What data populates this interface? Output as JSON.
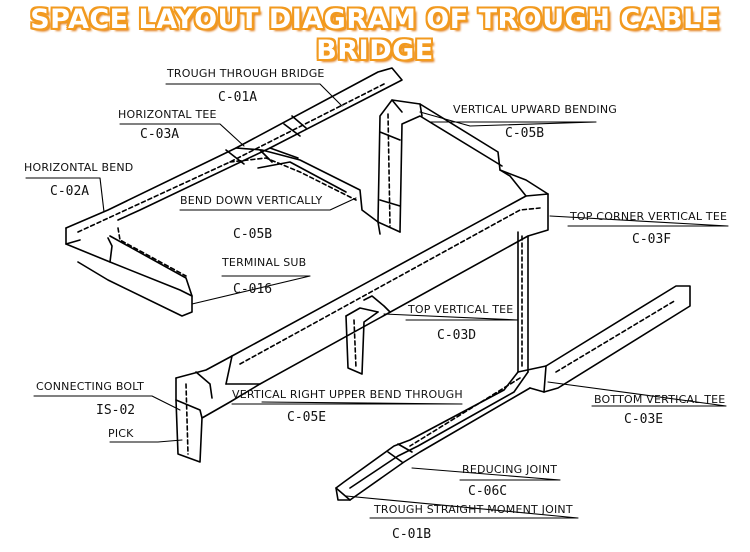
{
  "title": "SPACE LAYOUT DIAGRAM OF TROUGH CABLE BRIDGE",
  "labels": {
    "trough_through_bridge": {
      "name": "TROUGH THROUGH BRIDGE",
      "code": "C-01A"
    },
    "horizontal_tee": {
      "name": "HORIZONTAL TEE",
      "code": "C-03A"
    },
    "horizontal_bend": {
      "name": "HORIZONTAL BEND",
      "code": "C-02A"
    },
    "bend_down_vertically": {
      "name": "BEND DOWN VERTICALLY",
      "code": "C-05B"
    },
    "terminal_sub": {
      "name": "TERMINAL SUB",
      "code": "C-016"
    },
    "vertical_upward_bending": {
      "name": "VERTICAL UPWARD BENDING",
      "code": "C-05B"
    },
    "top_corner_vertical_tee": {
      "name": "TOP CORNER VERTICAL TEE",
      "code": "C-03F"
    },
    "top_vertical_tee": {
      "name": "TOP VERTICAL TEE",
      "code": "C-03D"
    },
    "connecting_bolt": {
      "name": "CONNECTING BOLT",
      "code": "IS-02"
    },
    "pick": {
      "name": "PICK"
    },
    "vertical_right_upper_bend": {
      "name": "VERTICAL RIGHT UPPER BEND THROUGH",
      "code": "C-05E"
    },
    "bottom_vertical_tee": {
      "name": "BOTTOM VERTICAL TEE",
      "code": "C-03E"
    },
    "reducing_joint": {
      "name": "REDUCING JOINT",
      "code": "C-06C"
    },
    "trough_straight_moment_joint": {
      "name": "TROUGH STRAIGHT MOMENT JOINT",
      "code": "C-01B"
    }
  }
}
